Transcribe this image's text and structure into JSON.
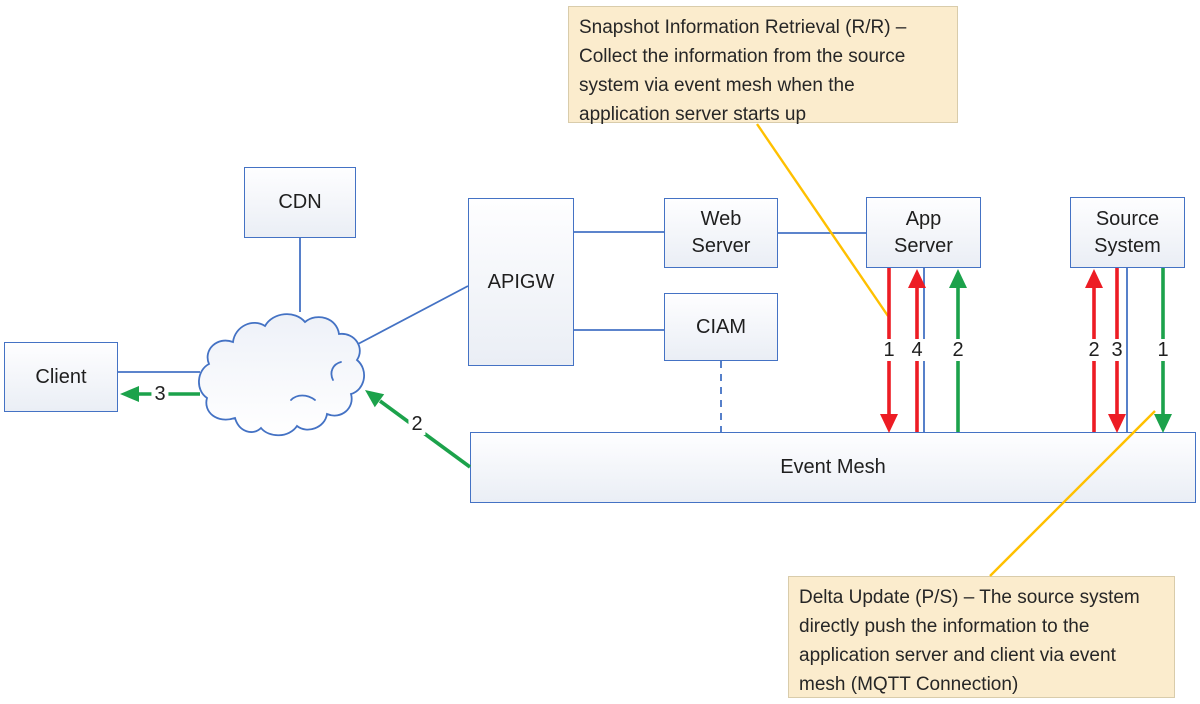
{
  "nodes": {
    "client": {
      "label": "Client"
    },
    "cdn": {
      "label": "CDN"
    },
    "apigw": {
      "label": "APIGW"
    },
    "web_server": {
      "label": "Web Server"
    },
    "ciam": {
      "label": "CIAM"
    },
    "app_server": {
      "label": "App Server"
    },
    "source_system": {
      "label": "Source System"
    },
    "event_mesh": {
      "label": "Event Mesh"
    }
  },
  "annotations": {
    "snapshot": {
      "text": "Snapshot Information Retrieval (R/R) – Collect the information from the source system via event mesh when the application server starts up"
    },
    "delta": {
      "text": "Delta Update (P/S) – The source system directly push the information to the application server and client via event mesh (MQTT Connection)"
    }
  },
  "flow_labels": {
    "cloud_to_client_green": "3",
    "mesh_to_cloud_green": "2",
    "app_down_red": "1",
    "app_up_red": "4",
    "app_up_green": "2",
    "source_up_red": "2",
    "source_down_red": "3",
    "source_down_green": "1"
  },
  "colors": {
    "connector_blue": "#4472C4",
    "arrow_red": "#ED1C24",
    "arrow_green": "#1CA24B",
    "callout_gold": "#FFC000",
    "note_bg": "#FBECCD",
    "note_border": "#D9CCAB"
  }
}
